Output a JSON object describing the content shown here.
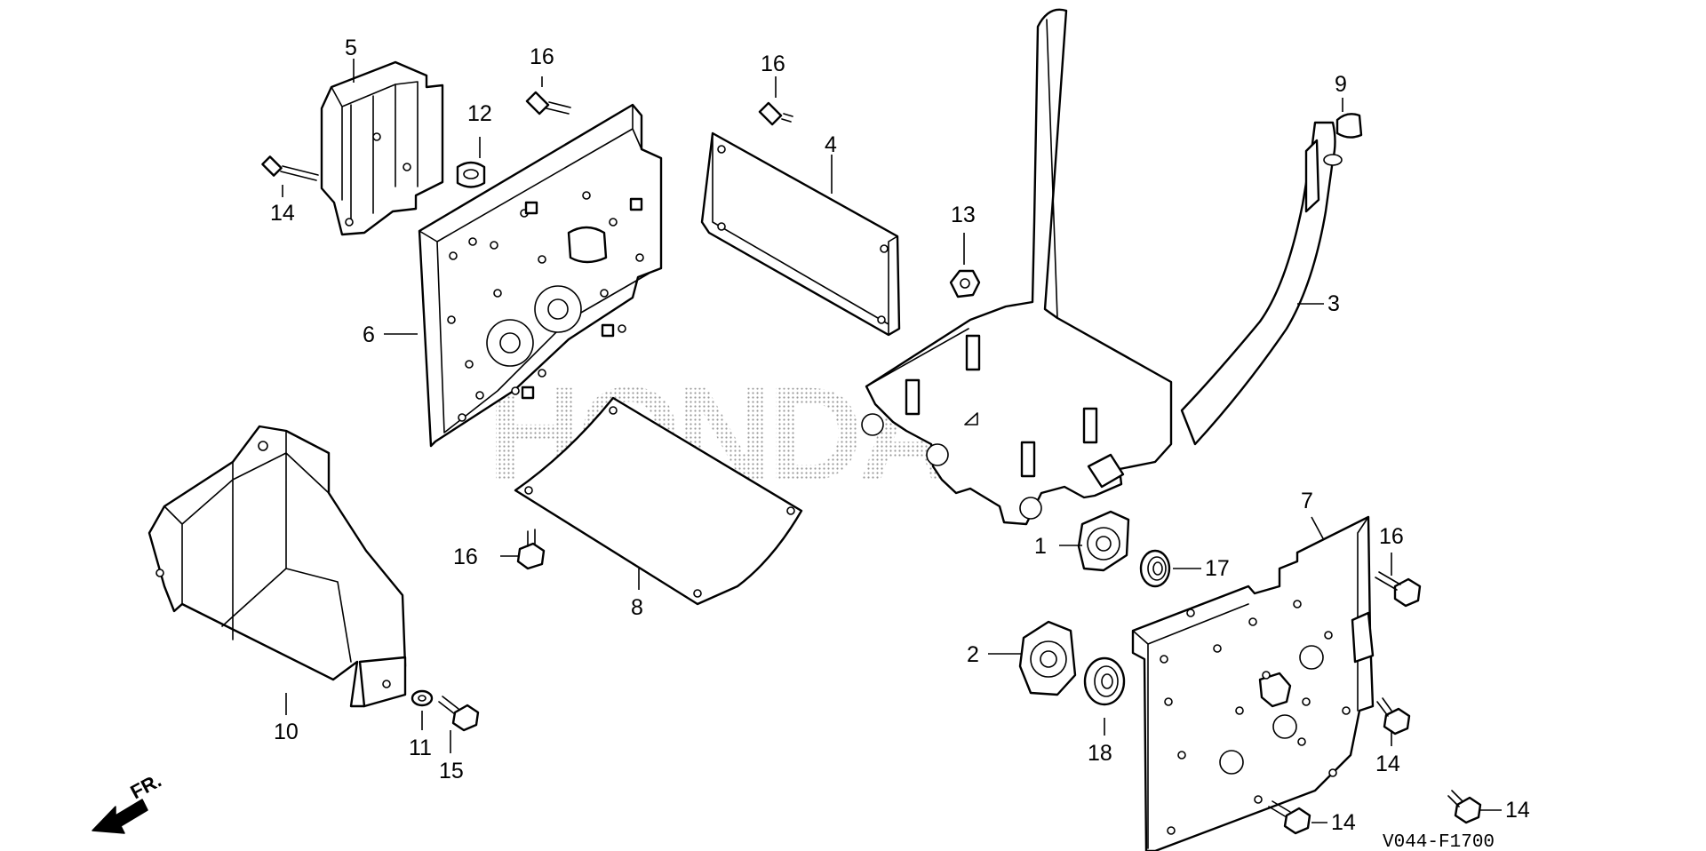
{
  "callouts": {
    "c1": "1",
    "c2": "2",
    "c3": "3",
    "c4": "4",
    "c5": "5",
    "c6": "6",
    "c7": "7",
    "c8": "8",
    "c9": "9",
    "c10": "10",
    "c11": "11",
    "c12": "12",
    "c13": "13",
    "c14": "14",
    "c15": "15",
    "c16": "16",
    "c17": "17",
    "c18": "18"
  },
  "direction_label": "FR.",
  "watermark": "HONDA",
  "diagram_code": "V044-F1700",
  "colors": {
    "line": "#000000",
    "background": "#ffffff",
    "watermark_dots": "#9a9a9a"
  }
}
